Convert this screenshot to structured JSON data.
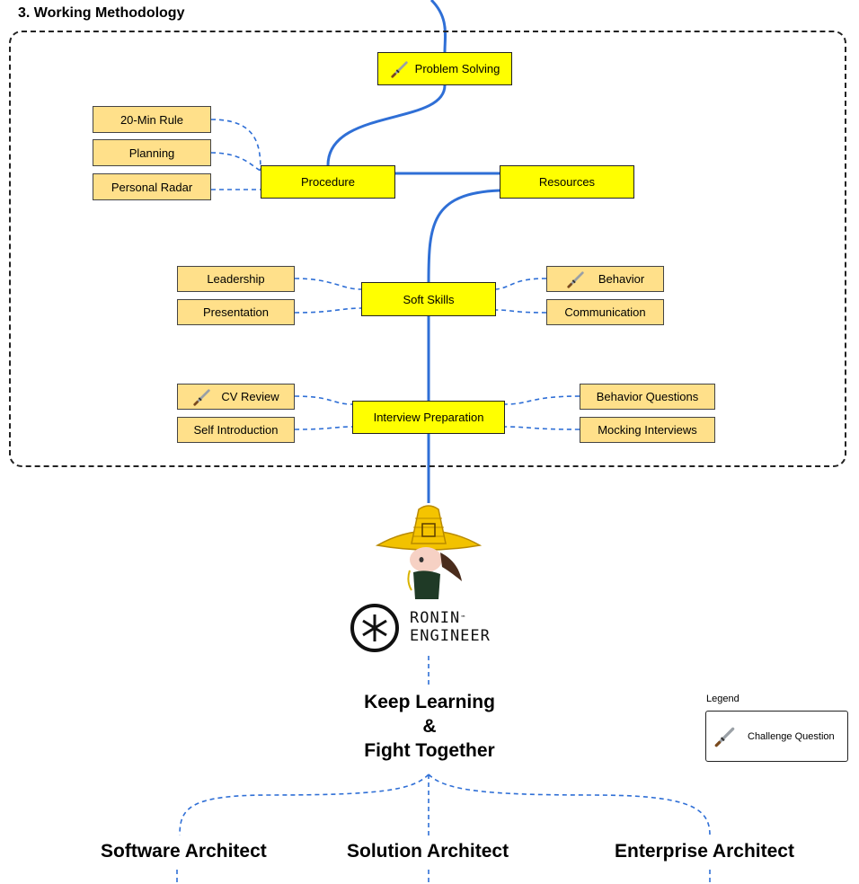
{
  "section": {
    "title": "3. Working Methodology"
  },
  "nodes": {
    "problem_solving": "Problem Solving",
    "procedure": "Procedure",
    "resources": "Resources",
    "soft_skills": "Soft Skills",
    "interview_preparation": "Interview Preparation",
    "rule_20min": "20-Min Rule",
    "planning": "Planning",
    "personal_radar": "Personal Radar",
    "leadership": "Leadership",
    "presentation": "Presentation",
    "behavior": "Behavior",
    "communication": "Communication",
    "cv_review": "CV Review",
    "self_introduction": "Self Introduction",
    "behavior_questions": "Behavior Questions",
    "mocking_interviews": "Mocking Interviews"
  },
  "brand": {
    "line1": "RONIN",
    "line2": "ENGINEER",
    "trademark": "™"
  },
  "motto": {
    "line1": "Keep Learning",
    "line2": "&",
    "line3": "Fight Together"
  },
  "architects": {
    "software": "Software Architect",
    "solution": "Solution Architect",
    "enterprise": "Enterprise Architect"
  },
  "legend": {
    "title": "Legend",
    "item_label": "Challenge Question",
    "item_icon": "sword-icon"
  },
  "colors": {
    "main_node": "#ffff00",
    "leaf_node": "#ffe08a",
    "connector": "#2f6fd6",
    "hat": "#f2c200"
  }
}
